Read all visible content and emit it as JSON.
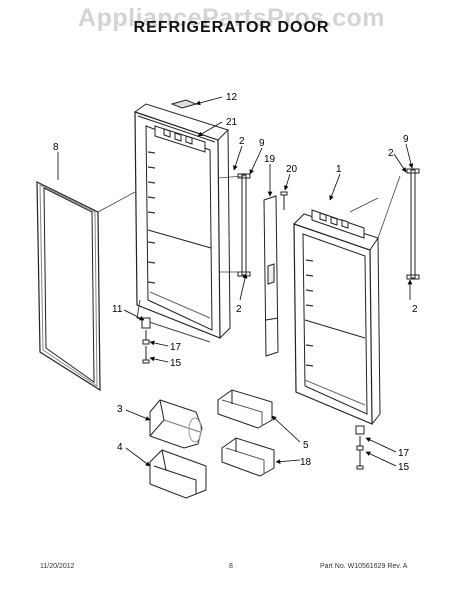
{
  "watermark": "AppliancePartsPros.com",
  "title": "REFRIGERATOR DOOR",
  "callouts": {
    "c12": "12",
    "c21": "21",
    "c8": "8",
    "c2a": "2",
    "c9a": "9",
    "c19": "19",
    "c20": "20",
    "c1": "1",
    "c2b": "2",
    "c9b": "9",
    "c11": "11",
    "c2c": "2",
    "c2d": "2",
    "c17a": "17",
    "c15a": "15",
    "c3": "3",
    "c4": "4",
    "c5": "5",
    "c18": "18",
    "c17b": "17",
    "c15b": "15"
  },
  "footer": {
    "date": "11/20/2012",
    "page": "8",
    "part": "Part No.  W10561629  Rev. A"
  }
}
